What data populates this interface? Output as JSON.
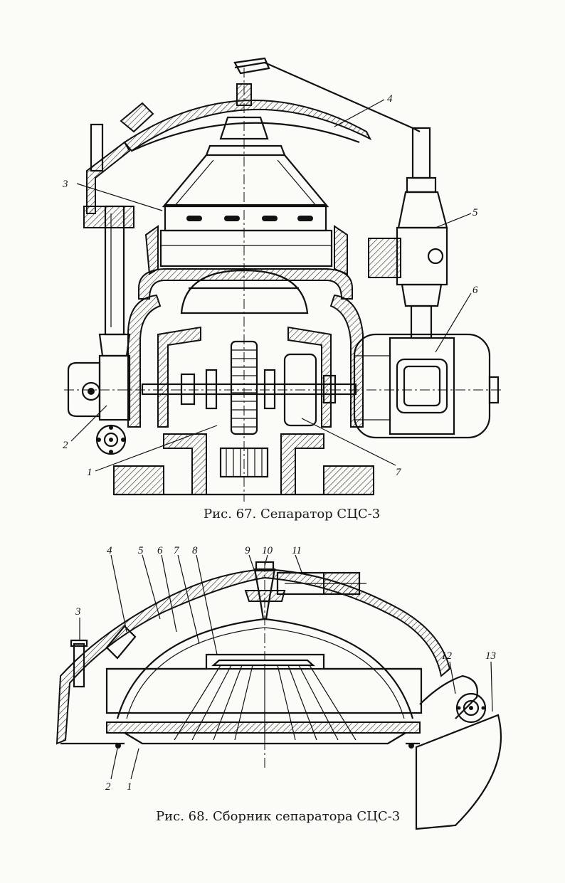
{
  "figure1": {
    "caption": "Рис. 67. Сепаратор СЦС-3",
    "labels": [
      "1",
      "2",
      "3",
      "4",
      "5",
      "6",
      "7"
    ]
  },
  "figure2": {
    "caption": "Рис. 68. Сборник сепаратора СЦС-3",
    "labels": [
      "1",
      "2",
      "3",
      "4",
      "5",
      "6",
      "7",
      "8",
      "9",
      "10",
      "11",
      "12",
      "13"
    ]
  }
}
